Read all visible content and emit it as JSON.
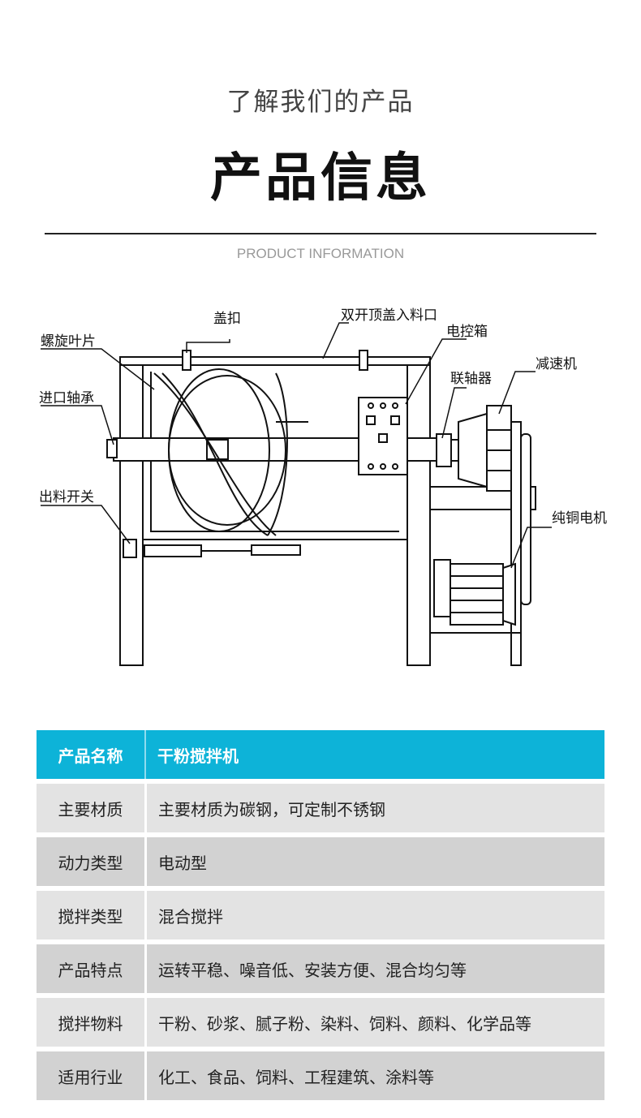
{
  "header": {
    "subtitle": "了解我们的产品",
    "title": "产品信息",
    "english": "PRODUCT INFORMATION"
  },
  "diagram": {
    "labels": {
      "cover_clip": "盖扣",
      "top_inlet": "双开顶盖入料口",
      "spiral_blade": "螺旋叶片",
      "control_box": "电控箱",
      "coupling": "联轴器",
      "reducer": "减速机",
      "inlet_bearing": "进口轴承",
      "discharge_switch": "出料开关",
      "copper_motor": "纯铜电机"
    }
  },
  "spec_table": {
    "rows": [
      {
        "key": "产品名称",
        "value": "干粉搅拌机"
      },
      {
        "key": "主要材质",
        "value": " 主要材质为碳钢，可定制不锈钢"
      },
      {
        "key": "动力类型",
        "value": "电动型"
      },
      {
        "key": "搅拌类型",
        "value": "混合搅拌"
      },
      {
        "key": "产品特点",
        "value": "运转平稳、噪音低、安装方便、混合均匀等"
      },
      {
        "key": "搅拌物料",
        "value": "干粉、砂浆、腻子粉、染料、饲料、颜料、化学品等"
      },
      {
        "key": "适用行业",
        "value": "化工、食品、饲料、工程建筑、涂料等"
      }
    ]
  }
}
